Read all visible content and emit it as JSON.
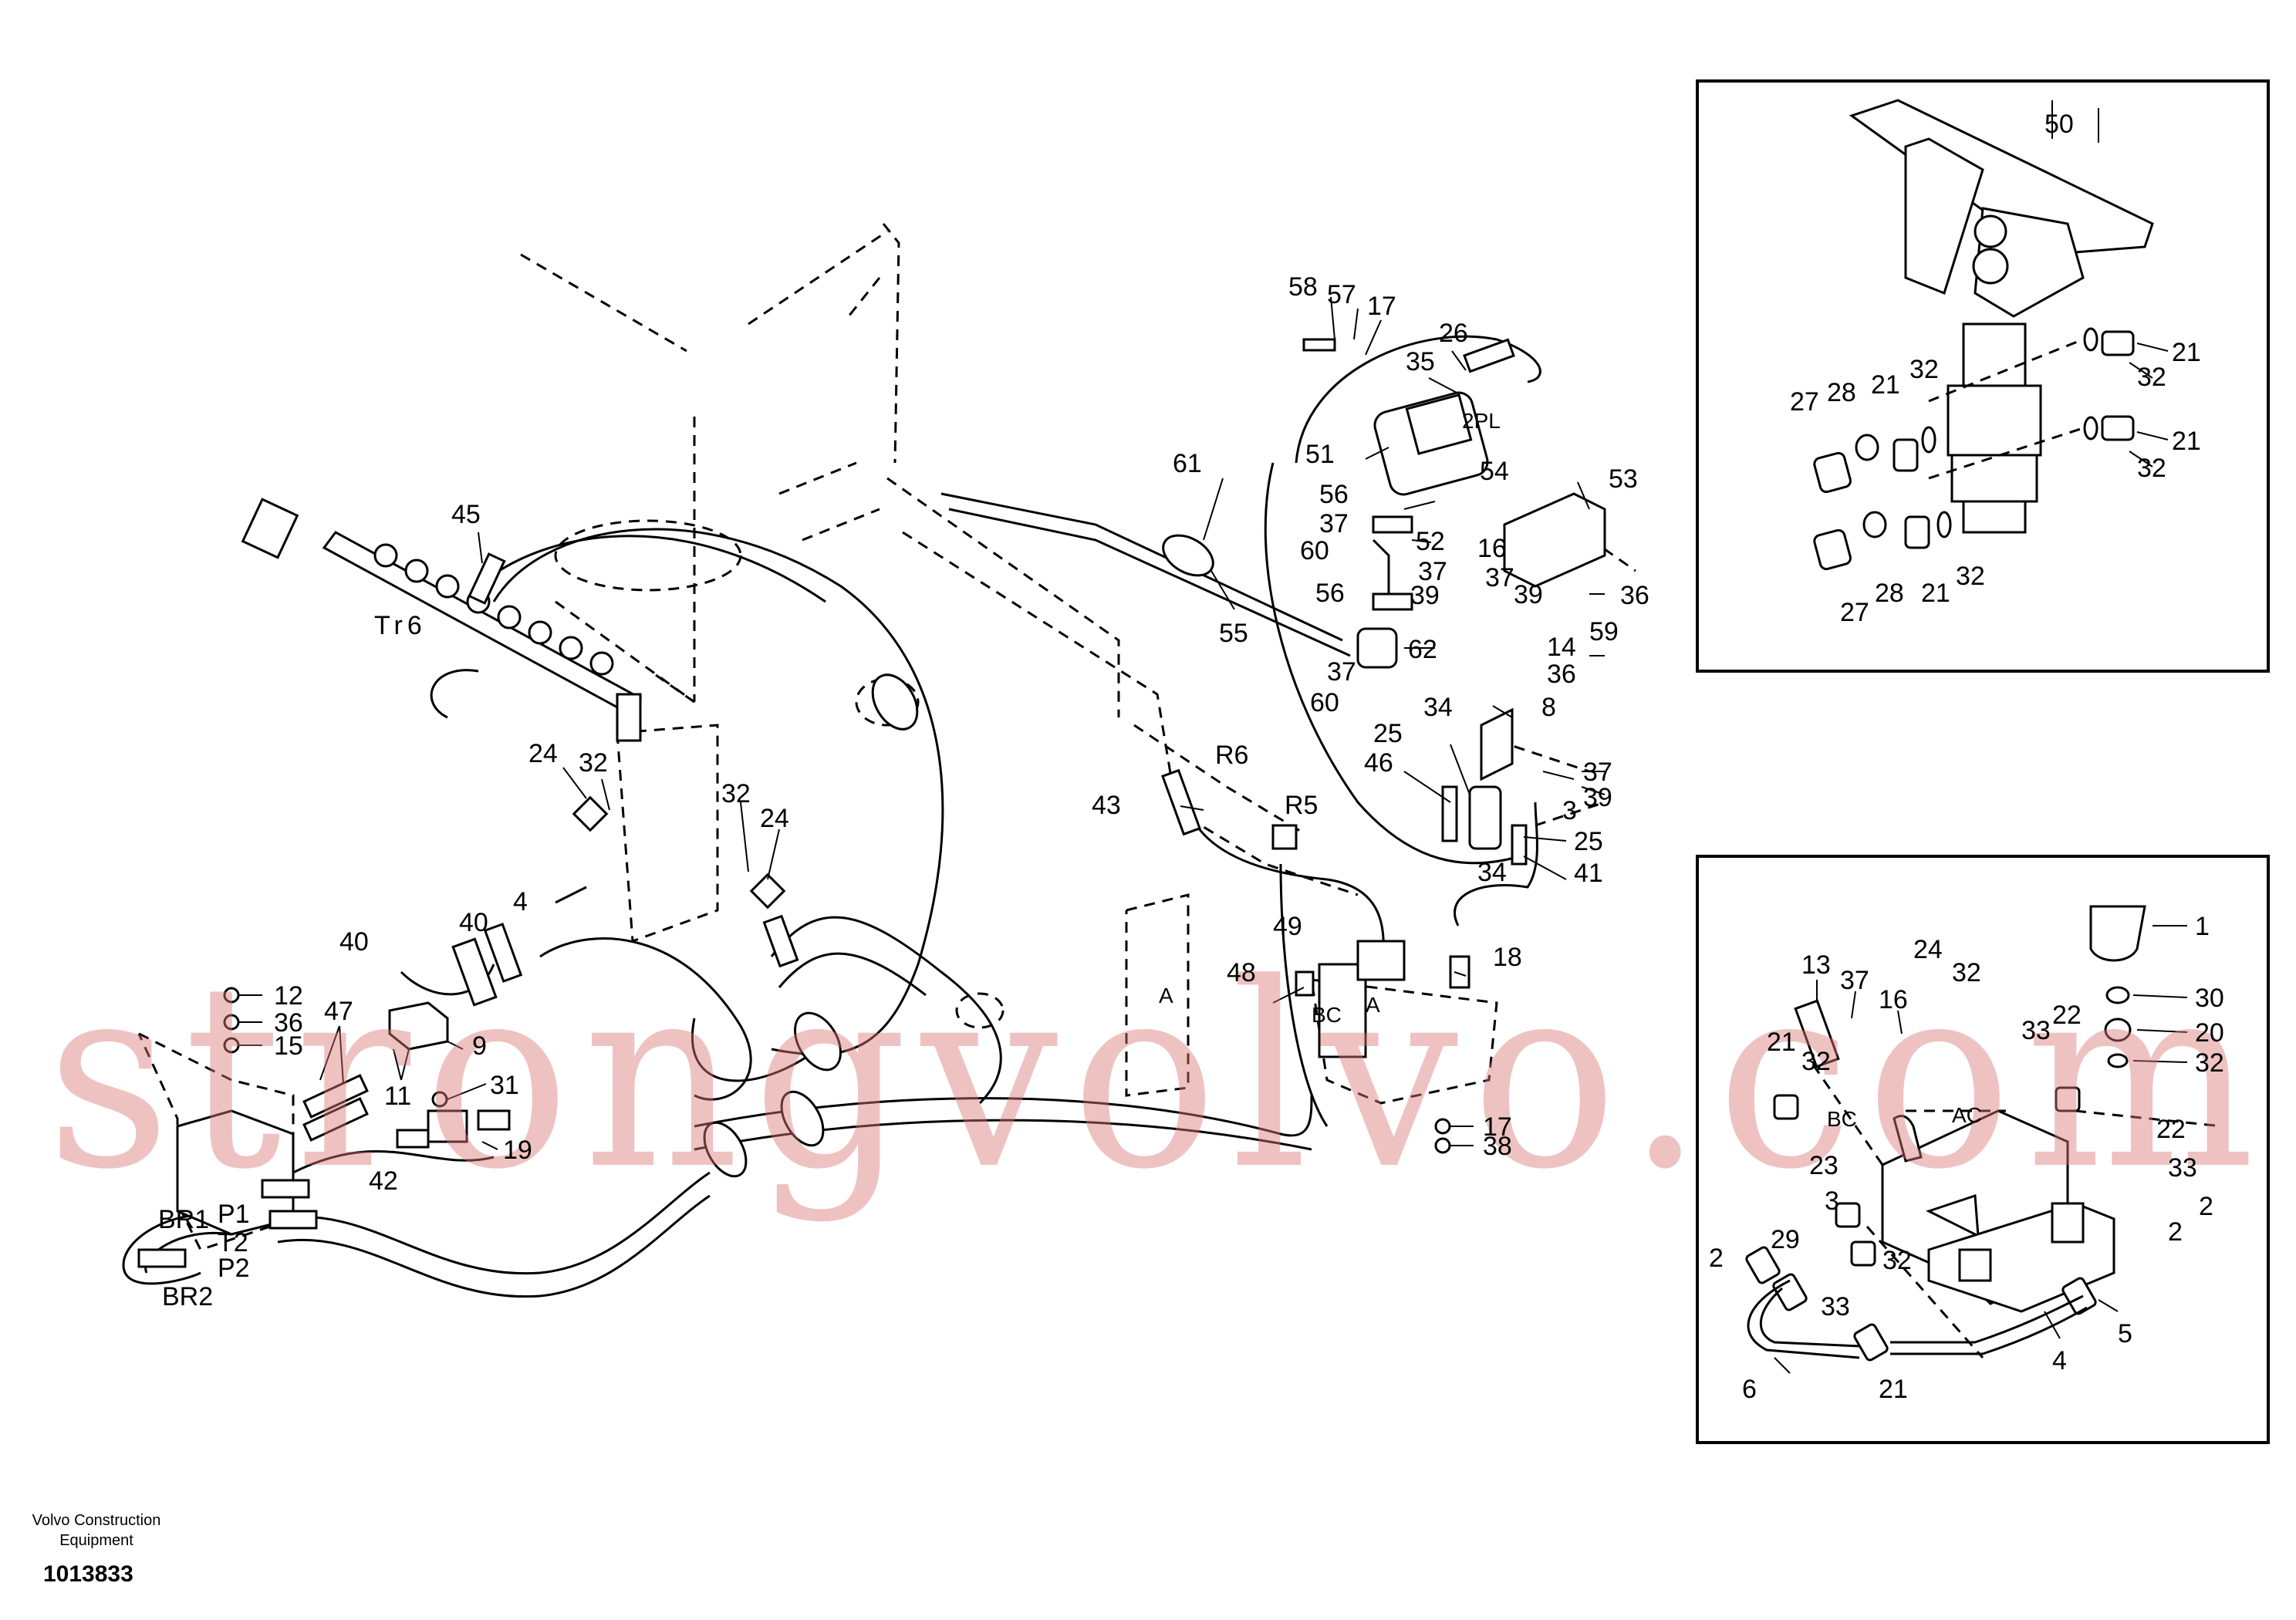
{
  "labels": {
    "l45": "45",
    "tr6": "Tr6",
    "l24a": "24",
    "l32a": "32",
    "l32b": "32",
    "l24b": "24",
    "l40a": "40",
    "l40b": "40",
    "l4a": "4",
    "l12": "12",
    "l36a": "36",
    "l15": "15",
    "l47": "47",
    "l9": "9",
    "l11": "11",
    "l31": "31",
    "l19": "19",
    "l42": "42",
    "br1": "BR1",
    "br2": "BR2",
    "p1": "P1",
    "t2": "T2",
    "p2": "P2",
    "l58": "58",
    "l57": "57",
    "l17a": "17",
    "l26": "26",
    "l35": "35",
    "pl2": "2PL",
    "l51": "51",
    "l56a": "56",
    "l54": "54",
    "l53": "53",
    "l37a": "37",
    "l52": "52",
    "l60a": "60",
    "l56b": "56",
    "l37b": "37",
    "l16a": "16",
    "l37c": "37",
    "l39a": "39",
    "l36b": "36",
    "l59": "59",
    "l39b": "39",
    "l62": "62",
    "l61": "61",
    "l55": "55",
    "l37d": "37",
    "l14": "14",
    "l36c": "36",
    "l60b": "60",
    "l8": "8",
    "l25a": "25",
    "l34a": "34",
    "l46": "46",
    "l37e": "37",
    "l39c": "39",
    "l3a": "3",
    "l25b": "25",
    "l34b": "34",
    "l41": "41",
    "r6": "R6",
    "r5": "R5",
    "l43": "43",
    "l48": "48",
    "l18": "18",
    "a1": "A",
    "a2": "A",
    "bc": "BC",
    "l17b": "17",
    "l38": "38",
    "l49": "49",
    "l50": "50",
    "l21a": "21",
    "l32c": "32",
    "l21b": "21",
    "l32d": "32",
    "l27a": "27",
    "l28a": "28",
    "l21c": "21",
    "l32e": "32",
    "l27b": "27",
    "l28b": "28",
    "l21d": "21",
    "l32f": "32",
    "l1": "1",
    "l30": "30",
    "l20": "20",
    "l32g": "32",
    "l33a": "33",
    "l22a": "22",
    "l13": "13",
    "l37f": "37",
    "l16b": "16",
    "l24c": "24",
    "l32h": "32",
    "l21e": "21",
    "l32i": "32",
    "bcb": "BC",
    "ac": "AC",
    "l22b": "22",
    "l23": "23",
    "l3b": "3",
    "l33b": "33",
    "l2a": "2",
    "l29": "29",
    "l2b": "2",
    "l24d": "2",
    "l33c": "33",
    "l32j": "32",
    "l5": "5",
    "l4b": "4",
    "l6": "6",
    "l21f": "21"
  },
  "watermark": "strongvolvo.com",
  "footer": {
    "company_line1": "Volvo Construction",
    "company_line2": "Equipment",
    "drawing_number": "1013833"
  }
}
